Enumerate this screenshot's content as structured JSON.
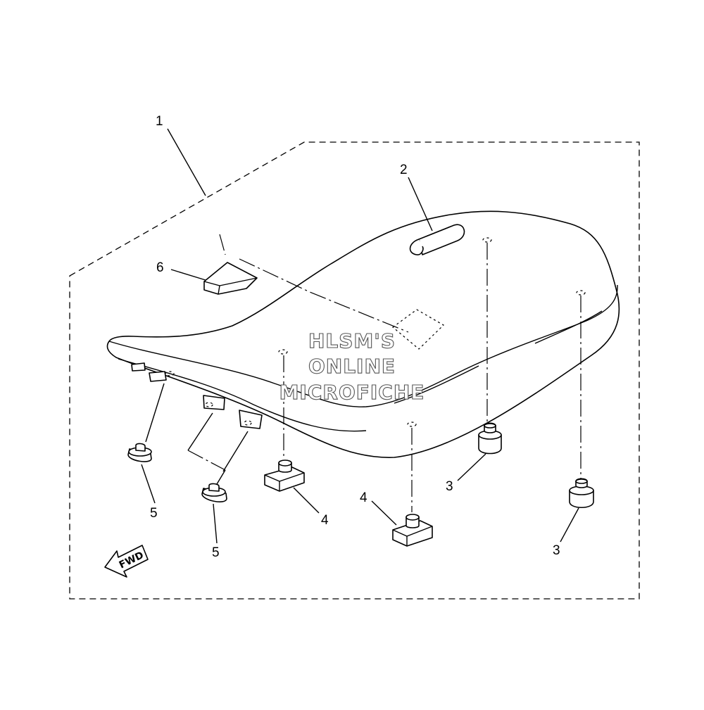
{
  "diagram": {
    "callouts": [
      {
        "id": "c1",
        "text": "1"
      },
      {
        "id": "c2",
        "text": "2"
      },
      {
        "id": "c3a",
        "text": "3"
      },
      {
        "id": "c3b",
        "text": "3"
      },
      {
        "id": "c4a",
        "text": "4"
      },
      {
        "id": "c4b",
        "text": "4"
      },
      {
        "id": "c5a",
        "text": "5"
      },
      {
        "id": "c5b",
        "text": "5"
      },
      {
        "id": "c6",
        "text": "6"
      }
    ],
    "watermark": [
      "HLSM'S",
      "ONLINE",
      "MICROFICHE"
    ],
    "fwd_label": "FWD",
    "colors": {
      "line": "#000000",
      "background": "#ffffff",
      "watermark_outline": "#555555"
    }
  }
}
